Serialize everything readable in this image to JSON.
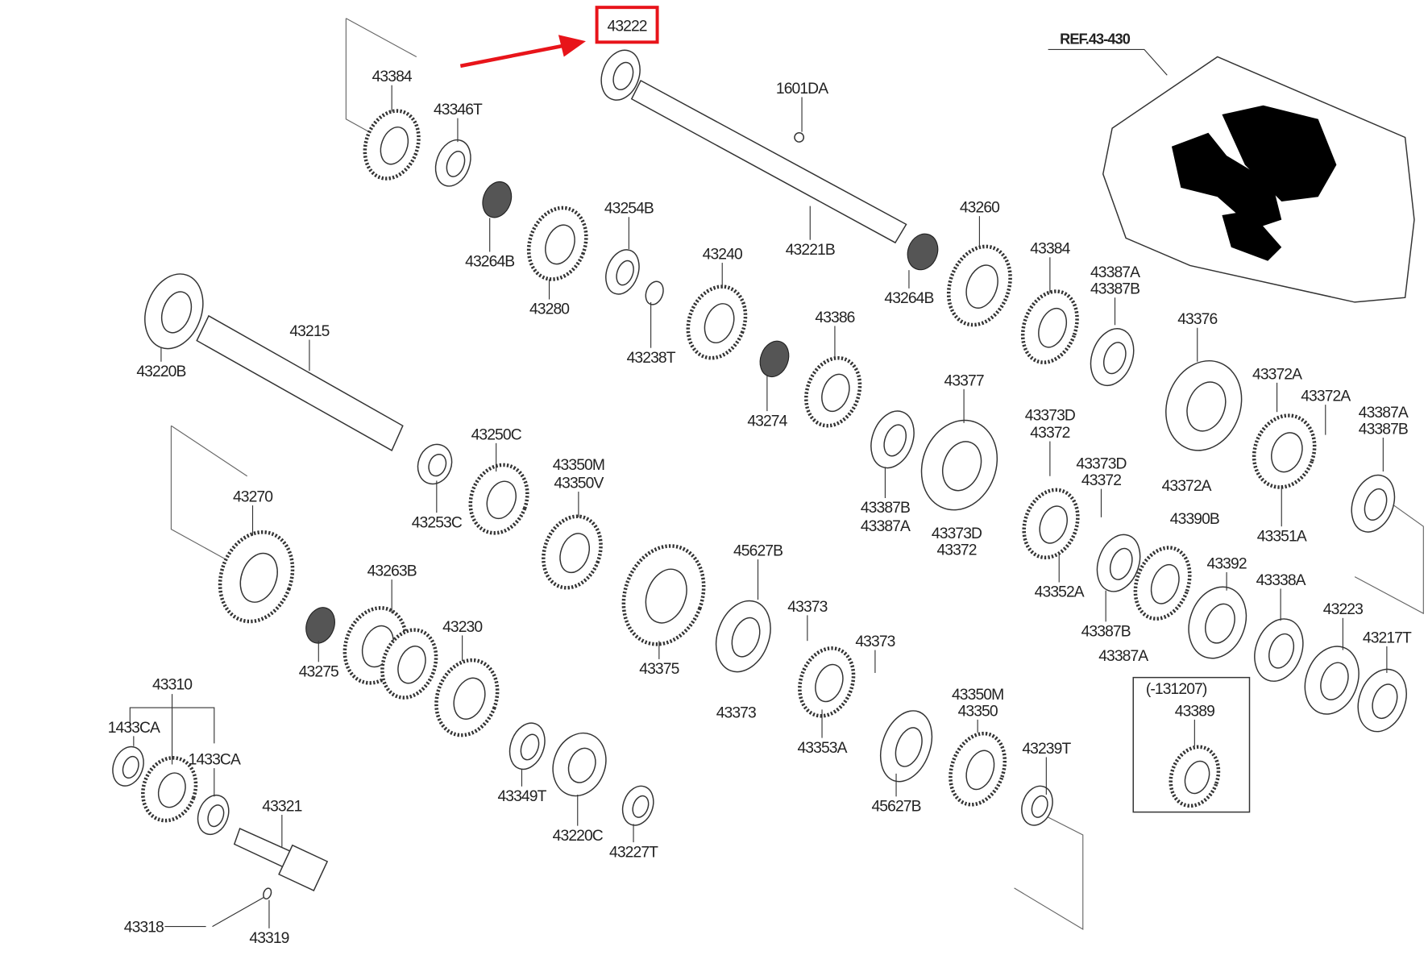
{
  "diagram": {
    "highlighted_part": "43222",
    "highlight_color": "#e8141a",
    "reference": "REF.43-430",
    "inset_note": "(-131207)",
    "labels": [
      "43222",
      "43384",
      "43346T",
      "1601DA",
      "43254B",
      "43264B",
      "43221B",
      "43260",
      "43384",
      "43387A",
      "43387B",
      "43240",
      "43280",
      "43264B",
      "43215",
      "43220B",
      "43238T",
      "43386",
      "43376",
      "43372A",
      "43372A",
      "43387A",
      "43387B",
      "43377",
      "43373D",
      "43372",
      "43373D",
      "43372",
      "43274",
      "43250C",
      "43350M",
      "43350V",
      "43372A",
      "43387B",
      "43387A",
      "43373D",
      "43372",
      "43270",
      "43253C",
      "43390B",
      "43351A",
      "45627B",
      "43392",
      "43263B",
      "43352A",
      "43338A",
      "43373",
      "43223",
      "43387B",
      "43387A",
      "43217T",
      "43230",
      "43373",
      "43275",
      "43375",
      "43350M",
      "43350",
      "43310",
      "1433CA",
      "1433CA",
      "43373",
      "43389",
      "43353A",
      "43239T",
      "43349T",
      "43321",
      "45627B",
      "43220C",
      "43227T",
      "43318",
      "43319"
    ]
  }
}
